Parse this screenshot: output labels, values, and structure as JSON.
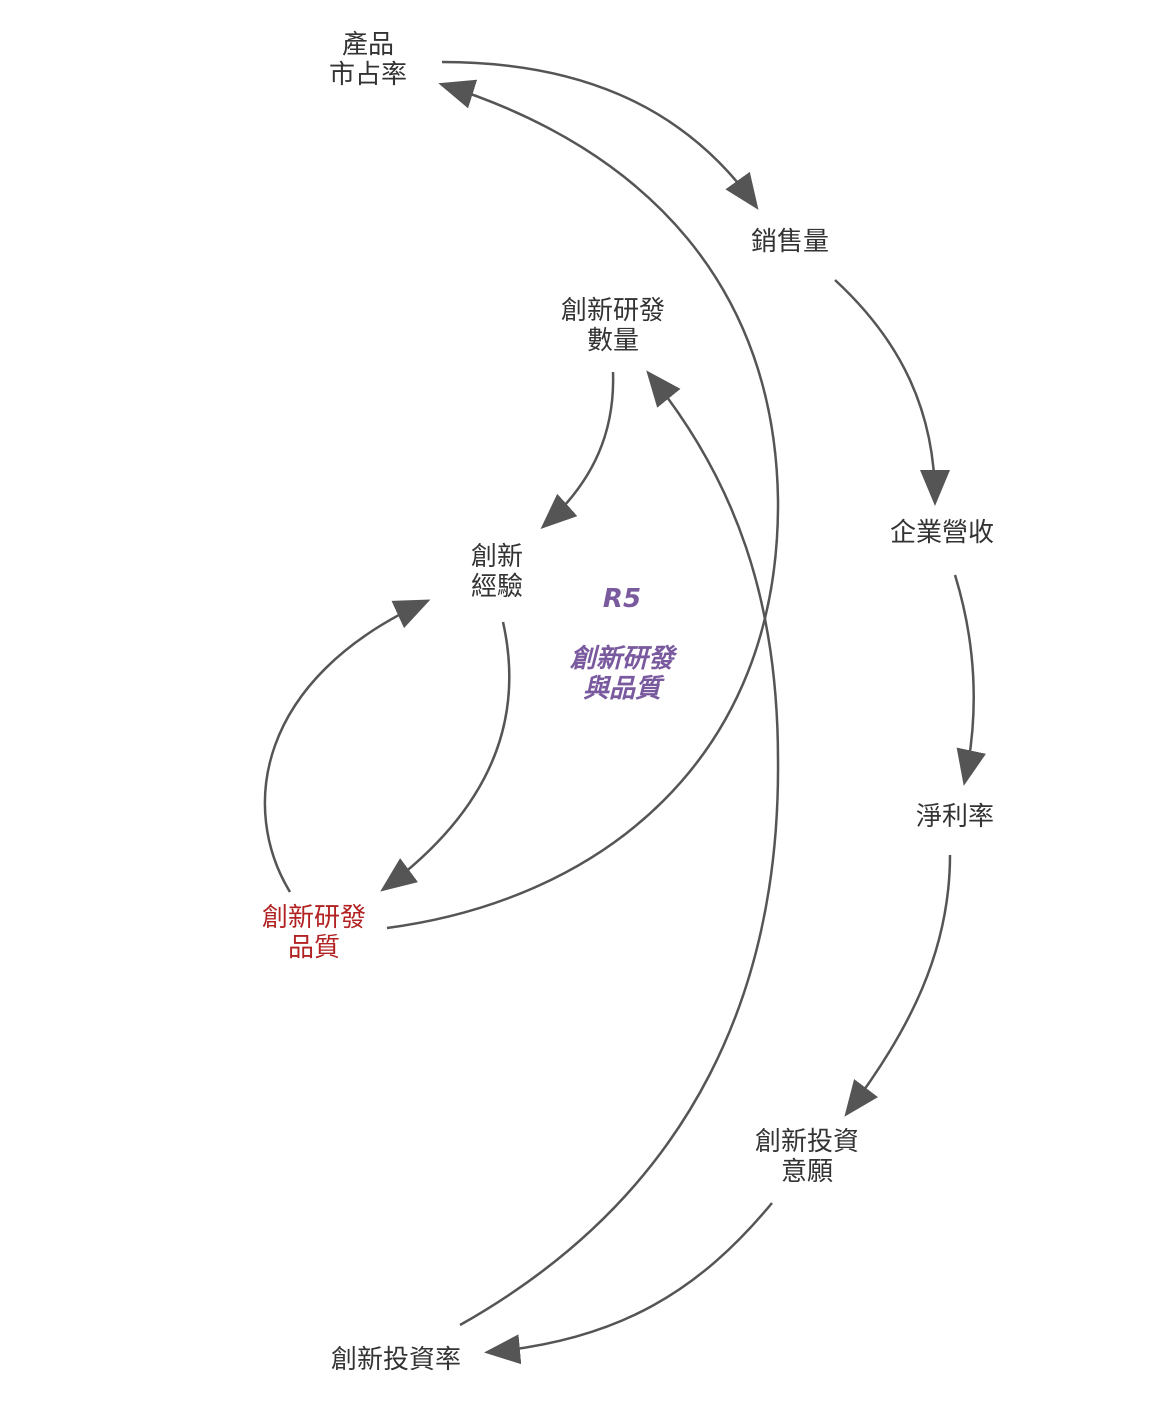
{
  "diagram": {
    "type": "causal-loop",
    "colors": {
      "arrow": "#555555",
      "text": "#333333",
      "highlight": "#b22222",
      "loop_label": "#7a5a9e"
    },
    "nodes": {
      "market_share": "產品\n市占率",
      "sales_volume": "銷售量",
      "rd_quantity": "創新研發\n數量",
      "revenue": "企業營收",
      "experience": "創新\n經驗",
      "net_profit": "淨利率",
      "rd_quality": "創新研發\n品質",
      "invest_willingness": "創新投資\n意願",
      "invest_rate": "創新投資率"
    },
    "loop": {
      "id": "R5",
      "name": "創新研發\n與品質"
    },
    "links": [
      {
        "from": "market_share",
        "to": "sales_volume"
      },
      {
        "from": "sales_volume",
        "to": "revenue"
      },
      {
        "from": "revenue",
        "to": "net_profit"
      },
      {
        "from": "net_profit",
        "to": "invest_willingness"
      },
      {
        "from": "invest_willingness",
        "to": "invest_rate"
      },
      {
        "from": "invest_rate",
        "to": "rd_quantity"
      },
      {
        "from": "rd_quantity",
        "to": "experience"
      },
      {
        "from": "experience",
        "to": "rd_quality"
      },
      {
        "from": "rd_quality",
        "to": "experience"
      },
      {
        "from": "rd_quality",
        "to": "market_share"
      }
    ]
  }
}
